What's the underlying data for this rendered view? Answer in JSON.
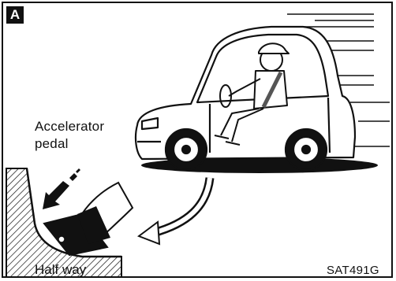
{
  "figure": {
    "badge": "A",
    "callout_label_line1": "Accelerator",
    "callout_label_line2": "pedal",
    "pedal_position_label": "Half way",
    "figure_code": "SAT491G"
  },
  "colors": {
    "ink": "#111111",
    "paper": "#ffffff",
    "shade": "#555555"
  },
  "icons": {
    "press_arrow": "arrow-down-left-icon",
    "curved_arrow": "curved-arrow-icon"
  }
}
